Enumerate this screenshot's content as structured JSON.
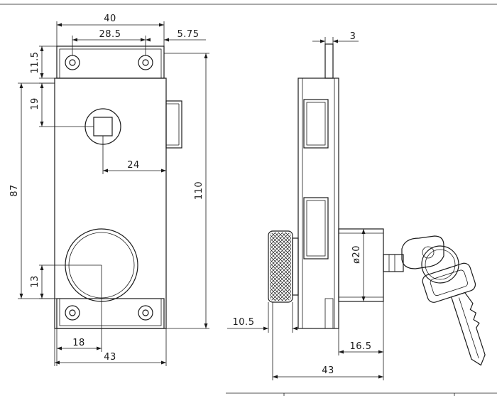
{
  "dimensions": {
    "front_width_top": "40",
    "hole_spacing": "28.5",
    "hole_offset_right": "5.75",
    "hole_vertical": "11.5",
    "spindle_from_top": "19",
    "spindle_from_right": "24",
    "height_inner": "87",
    "height_total": "110",
    "cylinder_from_bottom": "13",
    "cylinder_from_left": "18",
    "front_width_bottom": "43",
    "bolt_width": "3",
    "knob_depth": "10.5",
    "cylinder_diameter": "ø20",
    "cylinder_projection": "16.5",
    "side_total": "43"
  }
}
